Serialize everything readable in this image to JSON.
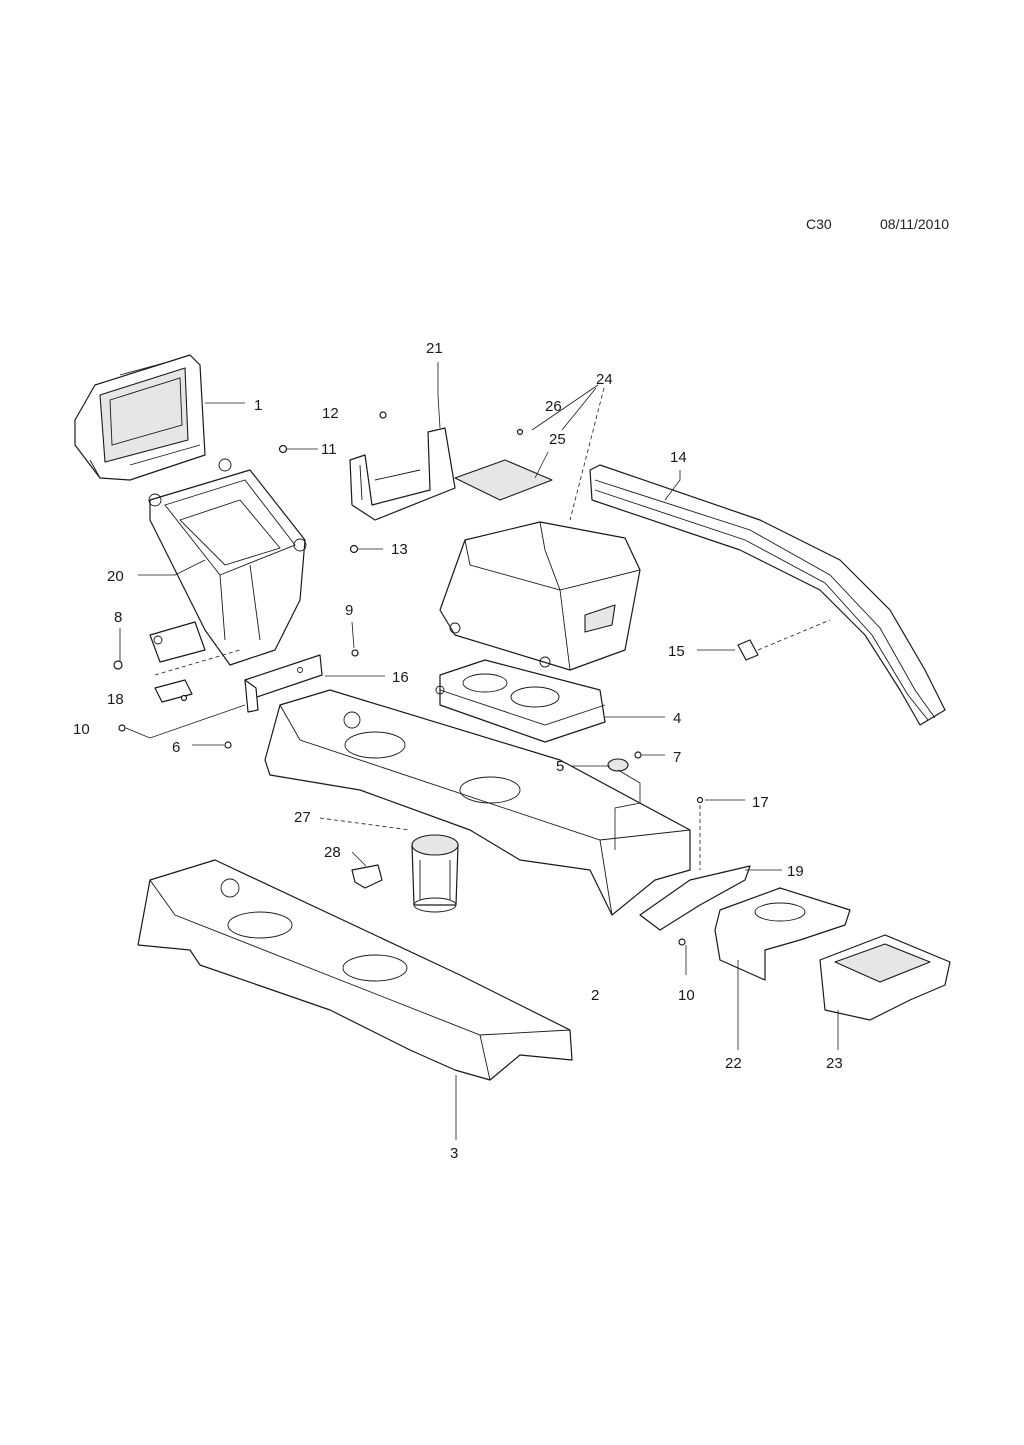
{
  "header": {
    "code": "C30",
    "date": "08/11/2010"
  },
  "callouts": [
    "1",
    "2",
    "3",
    "4",
    "5",
    "6",
    "7",
    "8",
    "9",
    "10",
    "10",
    "11",
    "12",
    "13",
    "14",
    "15",
    "16",
    "17",
    "18",
    "19",
    "20",
    "21",
    "22",
    "23",
    "24",
    "25",
    "26",
    "27",
    "28"
  ]
}
